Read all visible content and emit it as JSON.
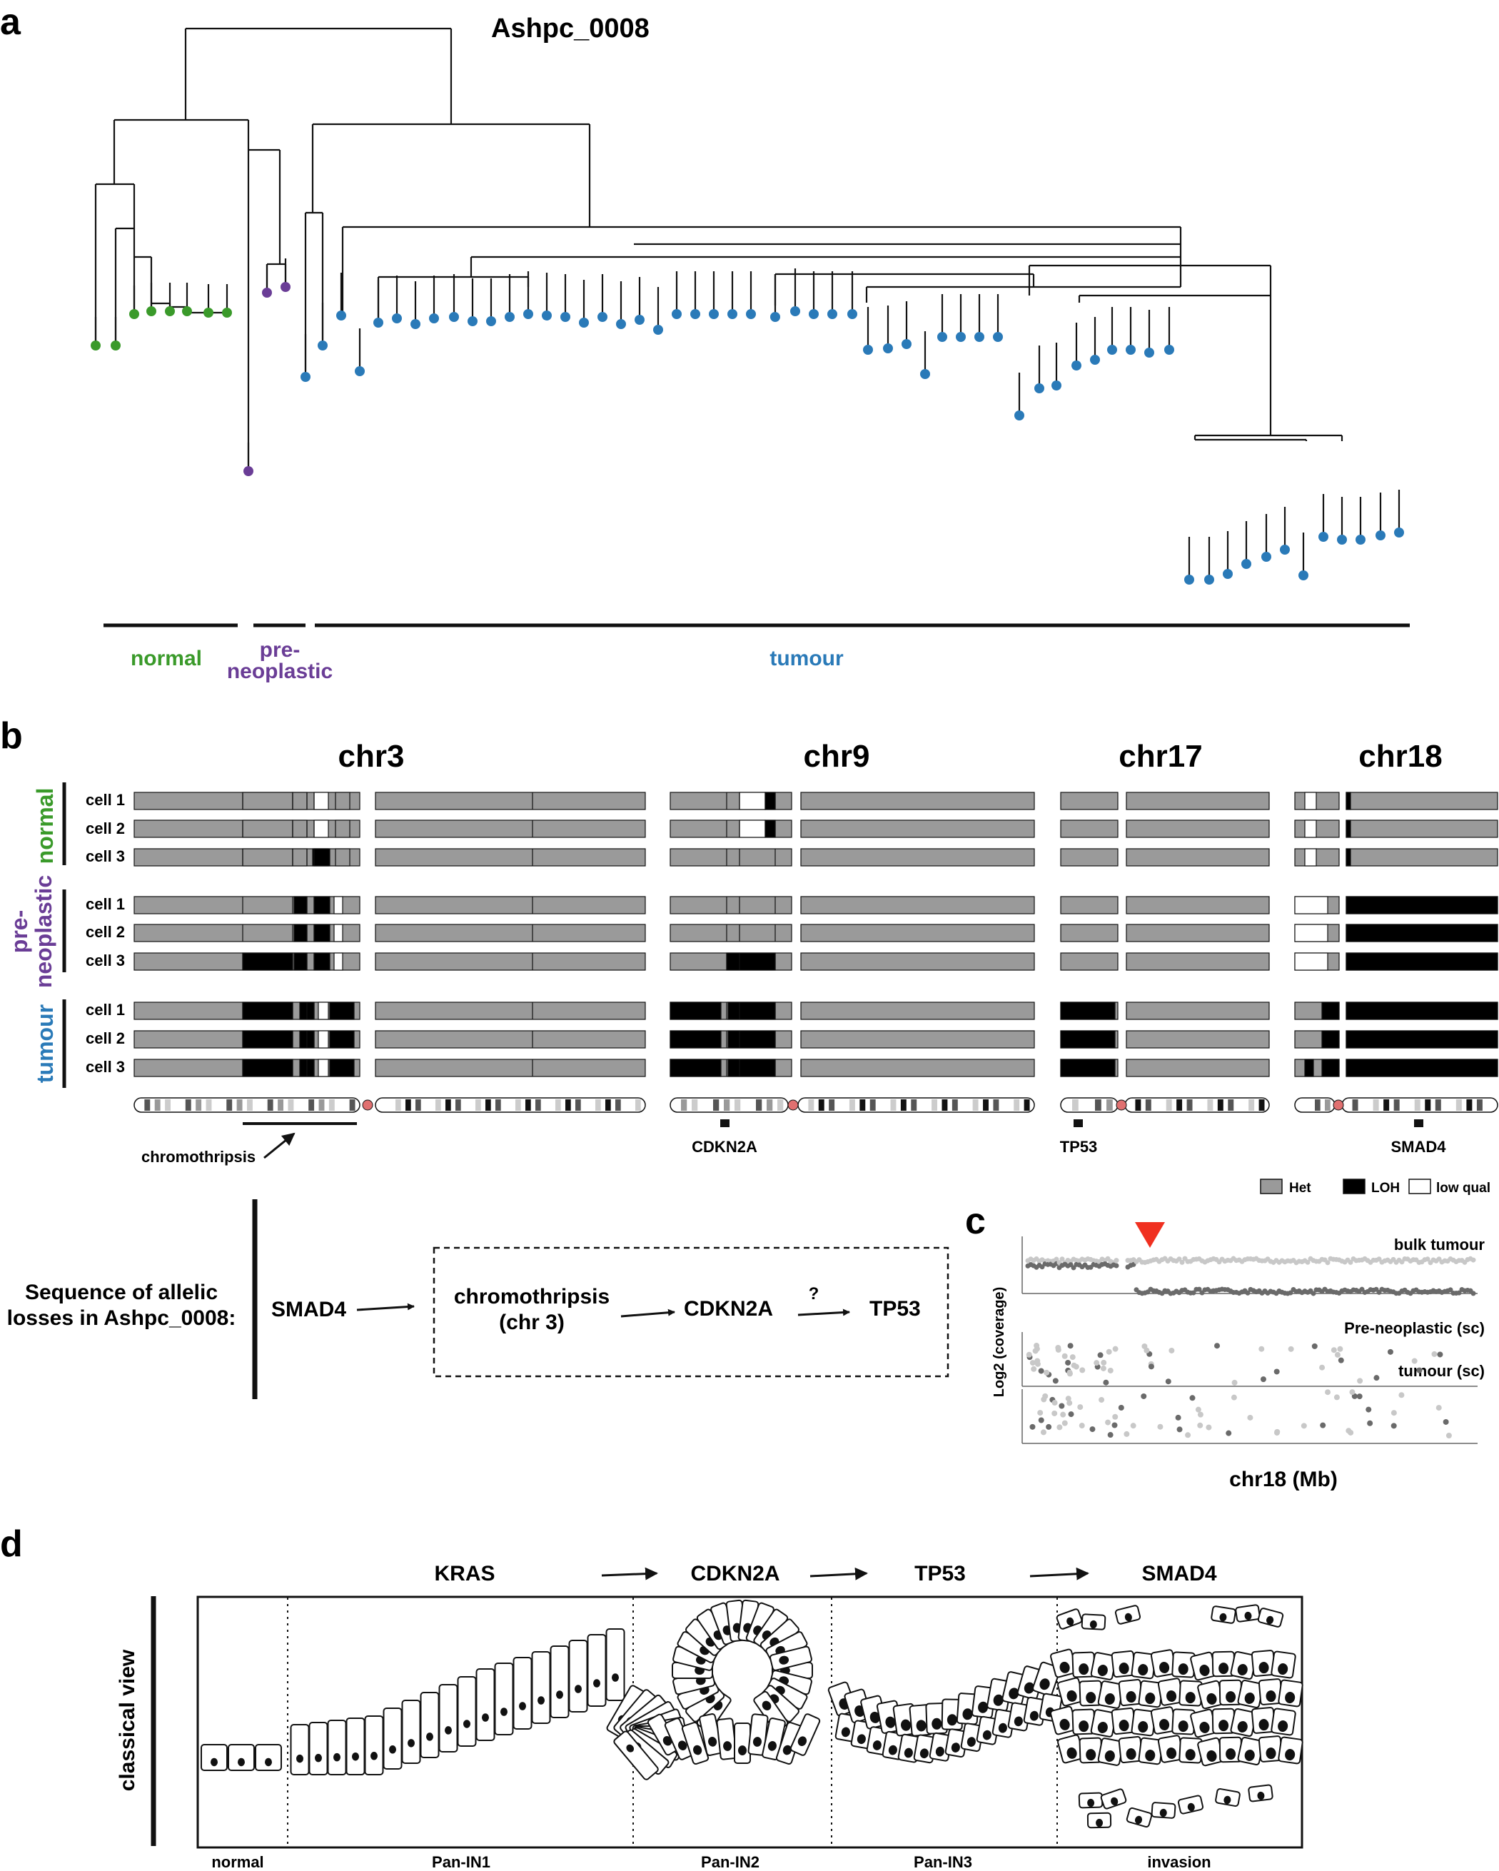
{
  "panels": {
    "a": "a",
    "b": "b",
    "c": "c",
    "d": "d"
  },
  "panel_a": {
    "title": "Ashpc_0008",
    "groups": [
      {
        "label": "normal",
        "color": "#3a9a2a"
      },
      {
        "label_line1": "pre-",
        "label_line2": "neoplastic",
        "color": "#6a3d96"
      },
      {
        "label": "tumour",
        "color": "#2a7ab8"
      }
    ]
  },
  "panel_b": {
    "chromosomes": [
      "chr3",
      "chr9",
      "chr17",
      "chr18"
    ],
    "groups": [
      {
        "label": "normal",
        "color": "#3a9a2a",
        "cells": [
          "cell 1",
          "cell 2",
          "cell 3"
        ]
      },
      {
        "label_line1": "pre-",
        "label_line2": "neoplastic",
        "color": "#6a3d96",
        "cells": [
          "cell 1",
          "cell 2",
          "cell 3"
        ]
      },
      {
        "label": "tumour",
        "color": "#2a7ab8",
        "cells": [
          "cell 1",
          "cell 2",
          "cell 3"
        ]
      }
    ],
    "annotations": {
      "chromothripsis": "chromothripsis",
      "cdkn2a": "CDKN2A",
      "tp53": "TP53",
      "smad4": "SMAD4"
    },
    "legend": [
      {
        "label": "Het",
        "color": "#9a9a9a"
      },
      {
        "label": "LOH",
        "color": "#000000"
      },
      {
        "label": "low qual",
        "color": "#ffffff"
      }
    ],
    "colors": {
      "het": "#9a9a9a",
      "loh": "#000000",
      "low_qual": "#ffffff",
      "centromere": "#e07070"
    }
  },
  "sequence": {
    "title_line1": "Sequence of allelic",
    "title_line2": "losses in Ashpc_0008:",
    "smad4": "SMAD4",
    "chromothripsis_line1": "chromothripsis",
    "chromothripsis_line2": "(chr 3)",
    "cdkn2a": "CDKN2A",
    "question": "?",
    "tp53": "TP53"
  },
  "panel_c": {
    "tracks": [
      "bulk tumour",
      "Pre-neoplastic (sc)",
      "tumour (sc)"
    ],
    "ylabel": "Log2 (coverage)",
    "xlabel": "chr18 (Mb)",
    "marker_color": "#f03020"
  },
  "panel_d": {
    "steps": [
      "KRAS",
      "CDKN2A",
      "TP53",
      "SMAD4"
    ],
    "row_label": "classical view",
    "stages": [
      "normal",
      "Pan-IN1",
      "Pan-IN2",
      "Pan-IN3",
      "invasion"
    ]
  }
}
